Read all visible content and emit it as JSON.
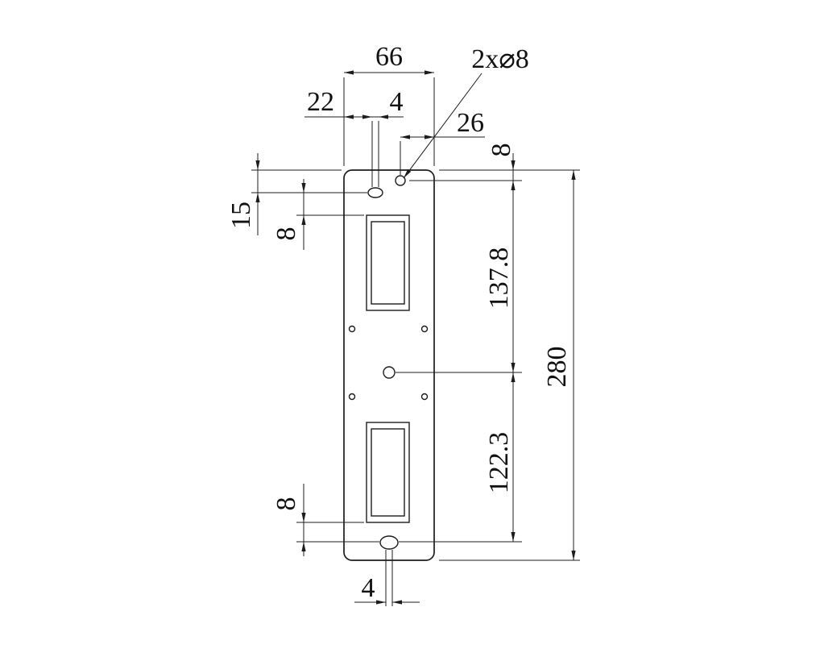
{
  "drawing": {
    "line_color": "#1c1c1c",
    "background": "#ffffff",
    "labels": {
      "width_overall": "66",
      "hole_callout": "2x⌀8",
      "left_edge_to_slot": "22",
      "top_slot_width": "4",
      "hole_to_right_edge": "26",
      "top_edge_to_hole": "8",
      "top_edge_to_slot_center": "15",
      "slot_center_to_cutout": "8",
      "hole_to_center_hole": "137.8",
      "height_overall": "280",
      "center_hole_to_bottom_slot": "122.3",
      "cutout_to_bottom_slot": "8",
      "bottom_slot_width": "4"
    }
  }
}
